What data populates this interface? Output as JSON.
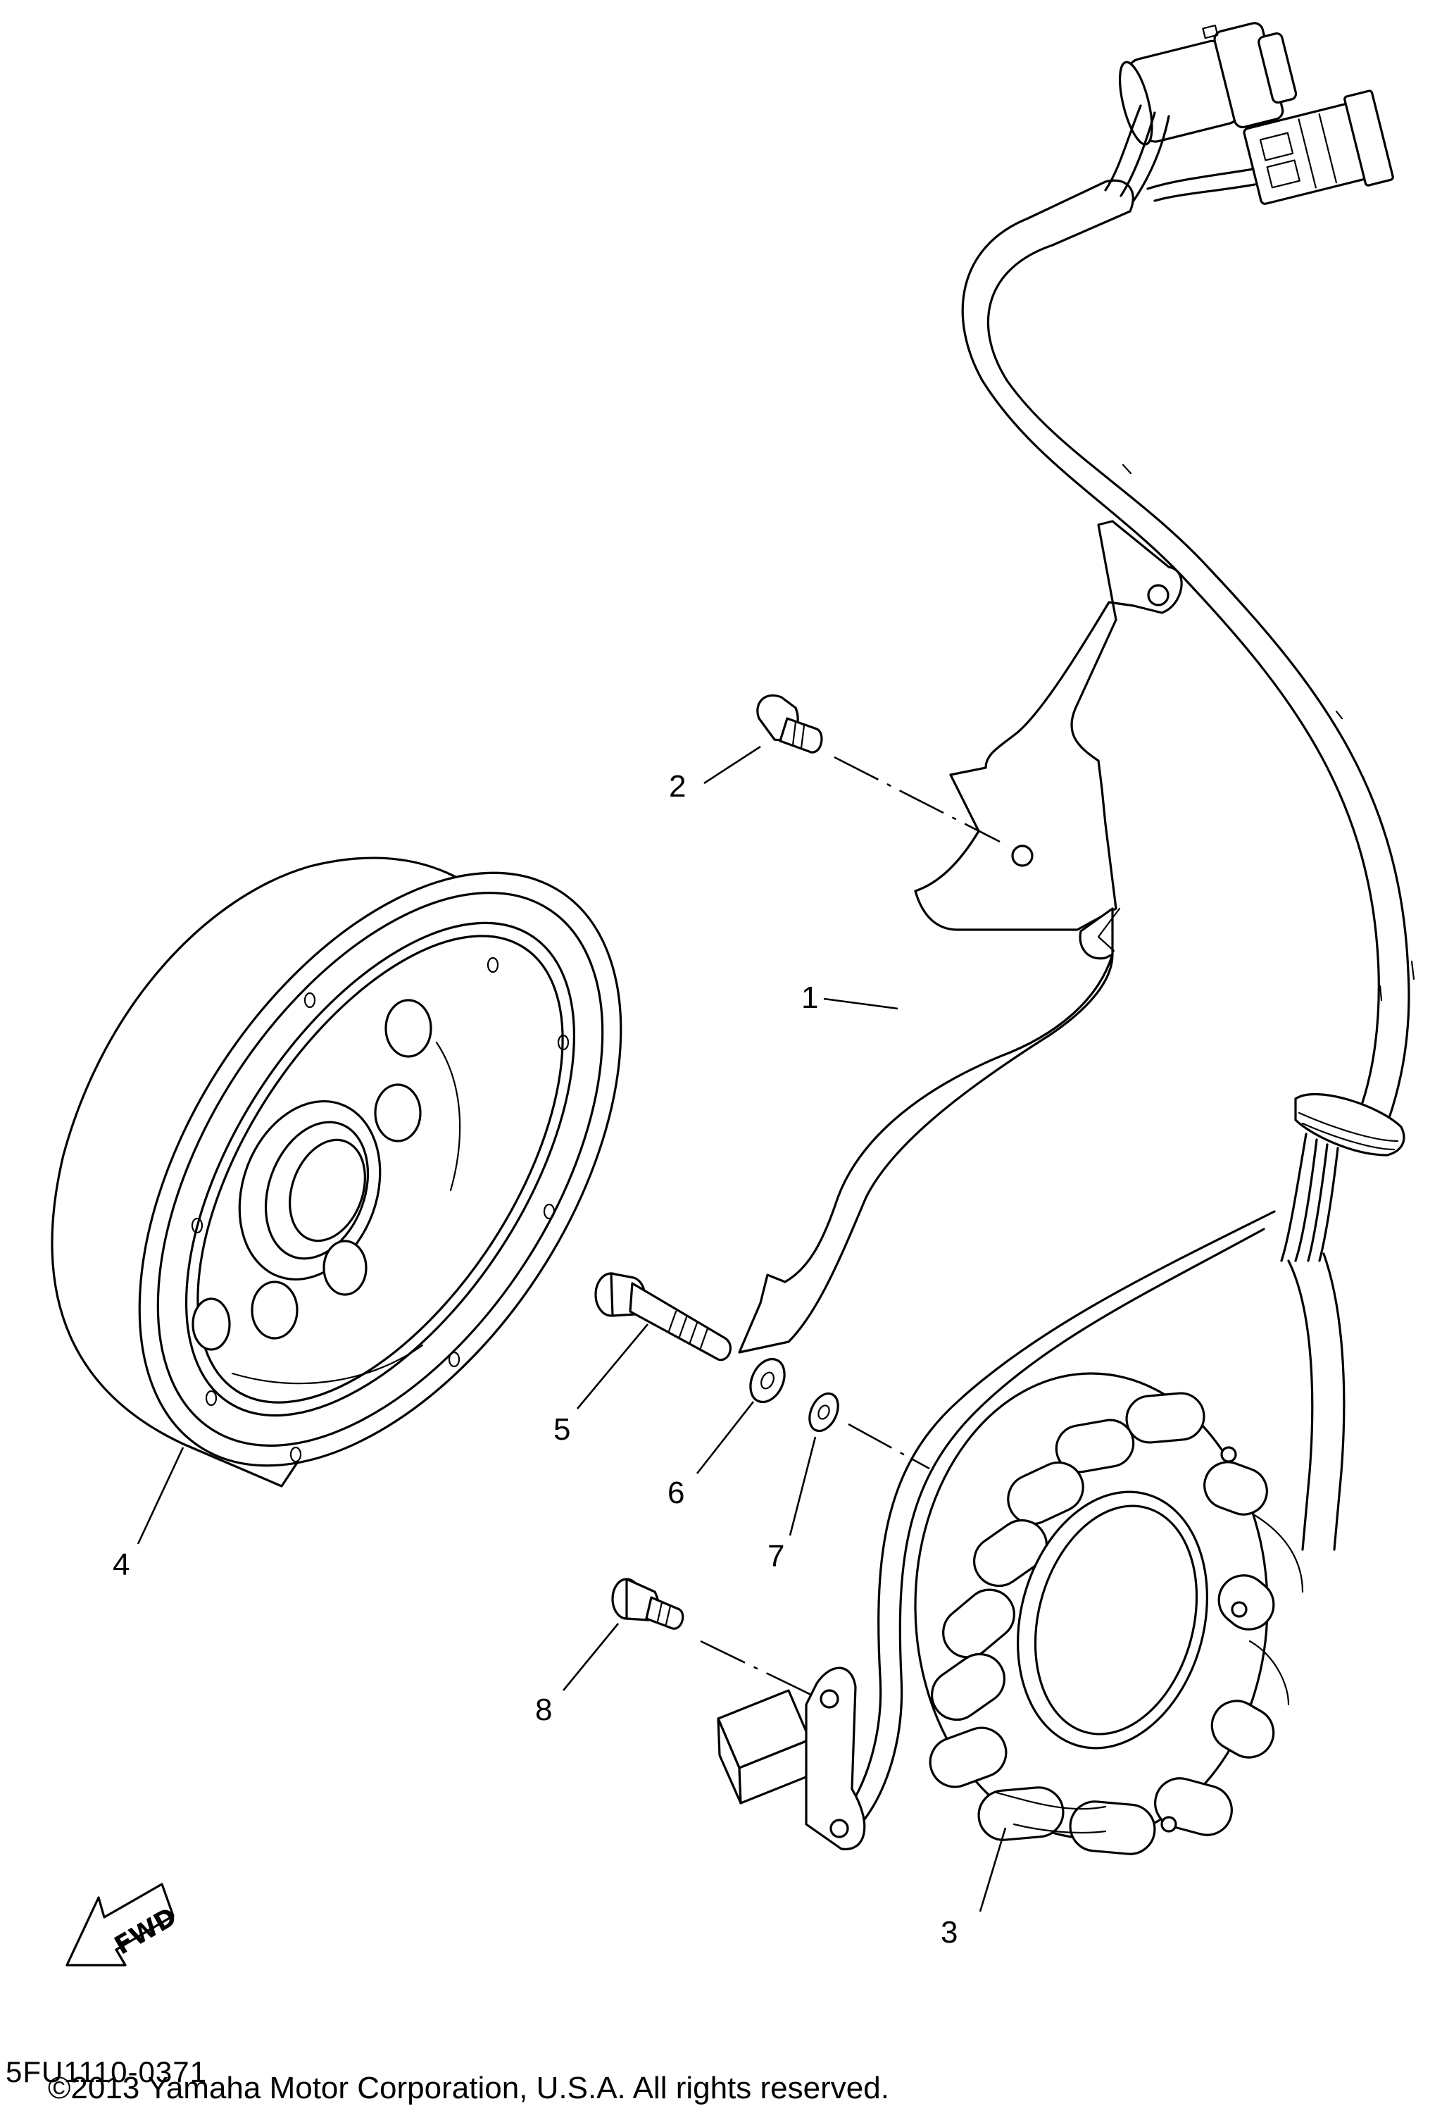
{
  "diagram": {
    "drawing_code": "5FU1110-0371",
    "copyright": "©2013 Yamaha Motor Corporation, U.S.A. All rights reserved.",
    "direction_arrow_label": "FWD",
    "callouts": [
      {
        "id": "1",
        "label": "1",
        "part": "bracket"
      },
      {
        "id": "2",
        "label": "2",
        "part": "bracket bolt"
      },
      {
        "id": "3",
        "label": "3",
        "part": "stator assembly"
      },
      {
        "id": "4",
        "label": "4",
        "part": "rotor flywheel"
      },
      {
        "id": "5",
        "label": "5",
        "part": "flywheel bolt"
      },
      {
        "id": "6",
        "label": "6",
        "part": "washer"
      },
      {
        "id": "7",
        "label": "7",
        "part": "washer"
      },
      {
        "id": "8",
        "label": "8",
        "part": "pickup coil screw"
      }
    ],
    "icons": {
      "flywheel": "flywheel-rotor-icon",
      "stator": "stator-coil-icon",
      "connector": "wire-connector-icon",
      "arrow": "fwd-arrow-icon"
    }
  }
}
